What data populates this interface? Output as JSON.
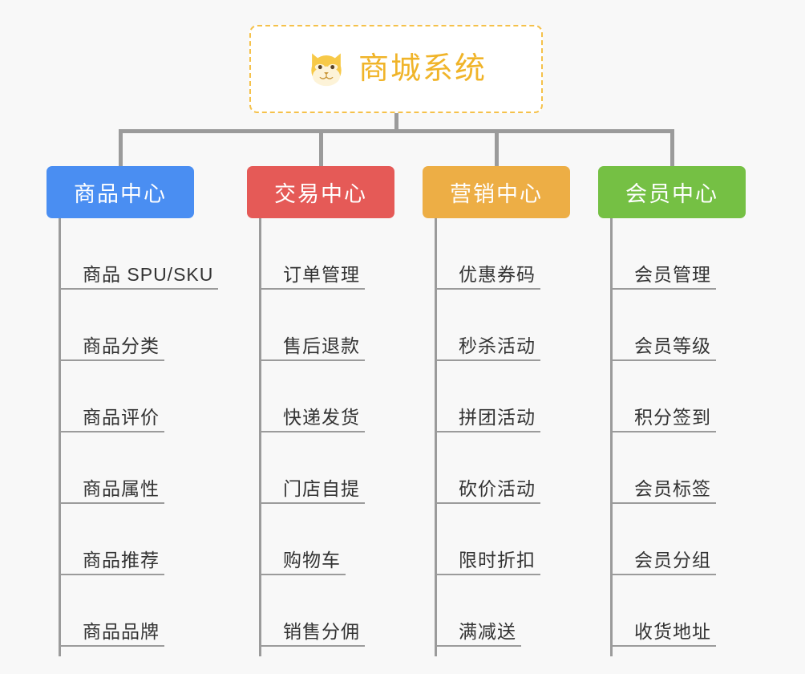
{
  "root": {
    "title": "商城系统",
    "icon": "shiba-dog-icon",
    "border_color": "#f5c14a",
    "text_color": "#f0b429",
    "background": "#ffffff"
  },
  "canvas": {
    "background": "#f8f8f8",
    "connector_color": "#9b9b9b"
  },
  "branches": [
    {
      "id": "product-center",
      "label": "商品中心",
      "color": "#4a8ef2",
      "leaves": [
        "商品 SPU/SKU",
        "商品分类",
        "商品评价",
        "商品属性",
        "商品推荐",
        "商品品牌"
      ]
    },
    {
      "id": "trade-center",
      "label": "交易中心",
      "color": "#e55a57",
      "leaves": [
        "订单管理",
        "售后退款",
        "快递发货",
        "门店自提",
        "购物车",
        "销售分佣"
      ]
    },
    {
      "id": "marketing-center",
      "label": "营销中心",
      "color": "#edae45",
      "leaves": [
        "优惠券码",
        "秒杀活动",
        "拼团活动",
        "砍价活动",
        "限时折扣",
        "满减送"
      ]
    },
    {
      "id": "member-center",
      "label": "会员中心",
      "color": "#75c044",
      "leaves": [
        "会员管理",
        "会员等级",
        "积分签到",
        "会员标签",
        "会员分组",
        "收货地址"
      ]
    }
  ]
}
